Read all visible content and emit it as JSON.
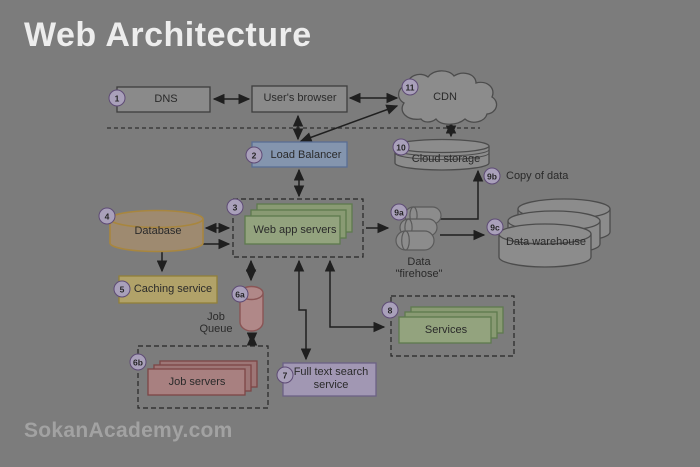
{
  "title": "Web Architecture",
  "watermark": "SokanAcademy.com",
  "colors": {
    "background": "#7c7c7c",
    "title": "#ededed",
    "watermark": "#a2a2a2",
    "text": "#2a2a2a",
    "box_gray": "#8a8a8a",
    "shape_gray": "#8c8c8c",
    "blue": "#8495ae",
    "green": "#93a37e",
    "green_dark": "#899a73",
    "tan": "#9e8a70",
    "khaki": "#b1a269",
    "red_box": "#a88080",
    "red_dark": "#9d7676",
    "red_cyl": "#b08888",
    "purple": "#a197b3",
    "badge_fill": "#a9a0ba",
    "badge_border": "#5e4b75",
    "line": "#1f1f1f"
  },
  "nodes": {
    "dns": {
      "badge": "1",
      "label": "DNS"
    },
    "users_browser": {
      "label": "User's browser"
    },
    "cdn": {
      "badge": "11",
      "label": "CDN"
    },
    "load_balancer": {
      "badge": "2",
      "label": "Load Balancer"
    },
    "cloud_storage": {
      "badge": "10",
      "label": "Cloud storage"
    },
    "copy_of_data": {
      "badge": "9b",
      "label": "Copy of data"
    },
    "database": {
      "badge": "4",
      "label": "Database"
    },
    "web_app_servers": {
      "badge": "3",
      "label": "Web app servers"
    },
    "data_firehose": {
      "badge": "9a",
      "line1": "Data",
      "line2": "\"firehose\""
    },
    "data_warehouse": {
      "badge": "9c",
      "label": "Data warehouse"
    },
    "caching_service": {
      "badge": "5",
      "label": "Caching service"
    },
    "job_queue": {
      "badge": "6a",
      "line1": "Job",
      "line2": "Queue"
    },
    "job_servers": {
      "badge": "6b",
      "label": "Job servers"
    },
    "full_text_search": {
      "badge": "7",
      "line1": "Full text search",
      "line2": "service"
    },
    "services": {
      "badge": "8",
      "label": "Services"
    }
  }
}
